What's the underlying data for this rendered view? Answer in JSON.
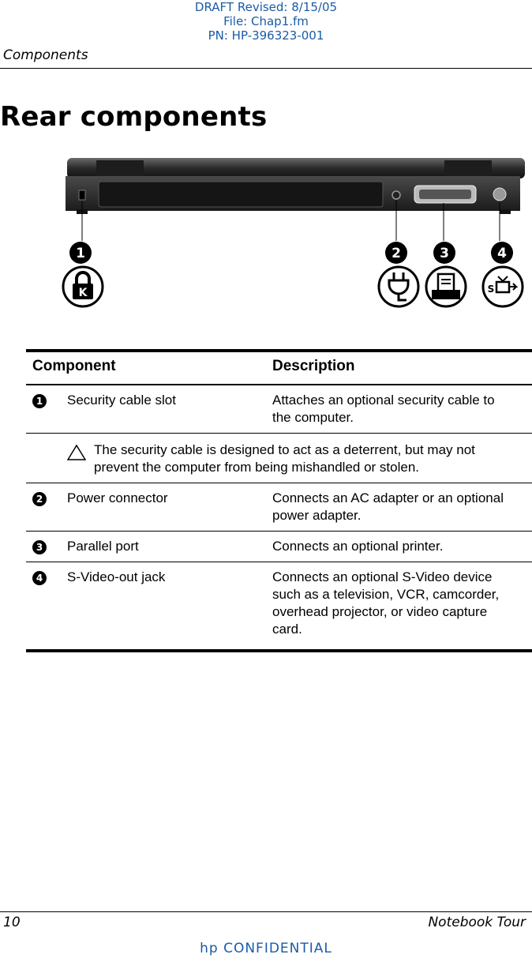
{
  "draft_stamp": {
    "line1": "DRAFT Revised: 8/15/05",
    "line2": "File: Chap1.fm",
    "line3": "PN: HP-396323-001"
  },
  "header": {
    "section": "Components"
  },
  "title": "Rear components",
  "figure": {
    "callouts": [
      "1",
      "2",
      "3",
      "4"
    ],
    "icons": [
      "security-lock-icon",
      "power-plug-icon",
      "printer-icon",
      "s-video-icon"
    ],
    "icon_text": {
      "lock": "K",
      "svideo": "S"
    }
  },
  "table": {
    "headers": {
      "component": "Component",
      "description": "Description"
    },
    "rows": [
      {
        "num": "1",
        "component": "Security cable slot",
        "description": "Attaches an optional security cable to the computer.",
        "caution": "The security cable is designed to act as a deterrent, but may not prevent the computer from being mishandled or stolen."
      },
      {
        "num": "2",
        "component": "Power connector",
        "description": "Connects an AC adapter or an optional power adapter."
      },
      {
        "num": "3",
        "component": "Parallel port",
        "description": "Connects an optional printer."
      },
      {
        "num": "4",
        "component": "S-Video-out jack",
        "description": "Connects an optional S-Video device such as a television, VCR, camcorder, overhead projector, or video capture card."
      }
    ]
  },
  "footer": {
    "page_number": "10",
    "chapter": "Notebook Tour",
    "confidential": "hp CONFIDENTIAL"
  },
  "colors": {
    "draft_blue": "#1a5ba8",
    "text": "#000000"
  }
}
